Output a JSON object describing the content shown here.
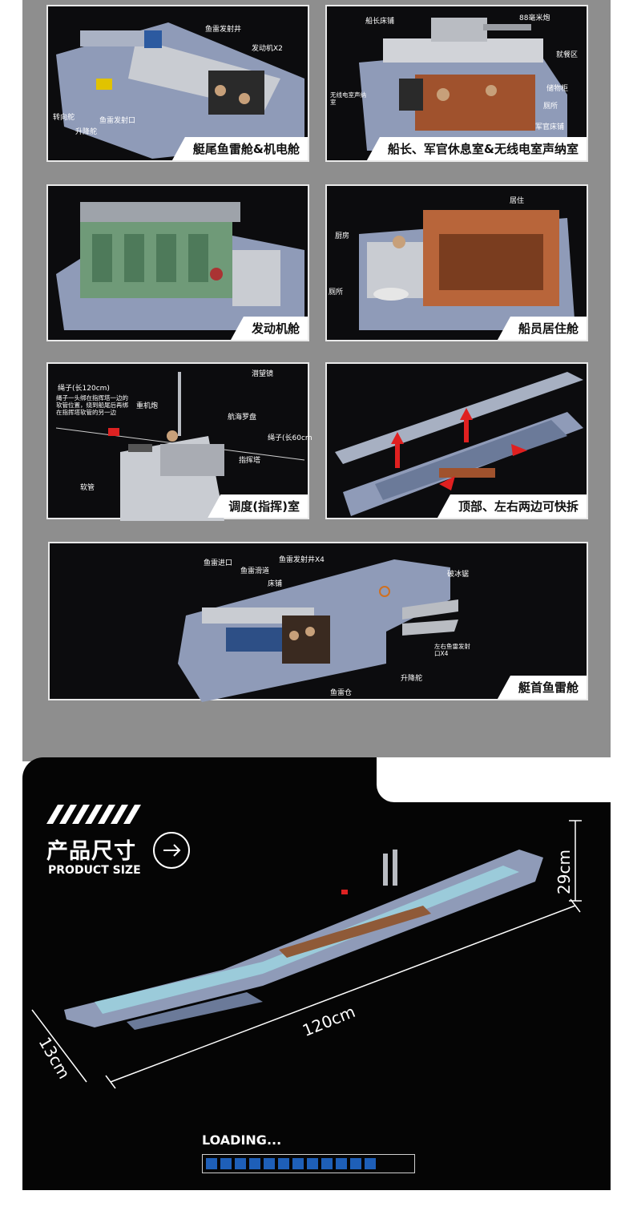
{
  "colors": {
    "accent": "#1e5fb8",
    "panel_bg": "#0c0c0e",
    "hull": "#8a97b3",
    "page_gray": "#8e8e8e"
  },
  "panels": [
    {
      "caption": "艇尾鱼雷舱&机电舱",
      "labels": [
        "鱼雷发射井",
        "发动机X2",
        "转向舵",
        "升降舵",
        "鱼雷发射口"
      ]
    },
    {
      "caption": "船长、军官休息室&无线电室声纳室",
      "labels": [
        "船长床铺",
        "88毫米炮",
        "就餐区",
        "储物柜",
        "厕所",
        "军官床铺",
        "无线电室声纳室"
      ]
    },
    {
      "caption": "发动机舱",
      "labels": []
    },
    {
      "caption": "船员居住舱",
      "labels": [
        "居住",
        "厨房",
        "厕所"
      ]
    },
    {
      "caption": "调度(指挥)室",
      "labels": [
        "绳子(长120cm)",
        "绳子一头绑在指挥塔一边的软管位置，绕到船尾后再绑在指挥塔软管的另一边",
        "潜望镜",
        "重机炮",
        "航海罗盘",
        "绳子(长60cm",
        "指挥塔",
        "软管"
      ]
    },
    {
      "caption": "顶部、左右两边可快拆",
      "labels": []
    },
    {
      "caption": "艇首鱼雷舱",
      "labels": [
        "鱼雷进口",
        "鱼雷发射井X4",
        "鱼雷滑道",
        "床铺",
        "破冰锯",
        "左右鱼雷发射口X4",
        "升降舵",
        "鱼雷仓"
      ]
    }
  ],
  "size": {
    "title_cn": "产品尺寸",
    "title_en": "PRODUCT SIZE",
    "length": "120cm",
    "height": "29cm",
    "width": "13cm"
  },
  "loading": {
    "label": "LOADING...",
    "progress": 0.85
  }
}
